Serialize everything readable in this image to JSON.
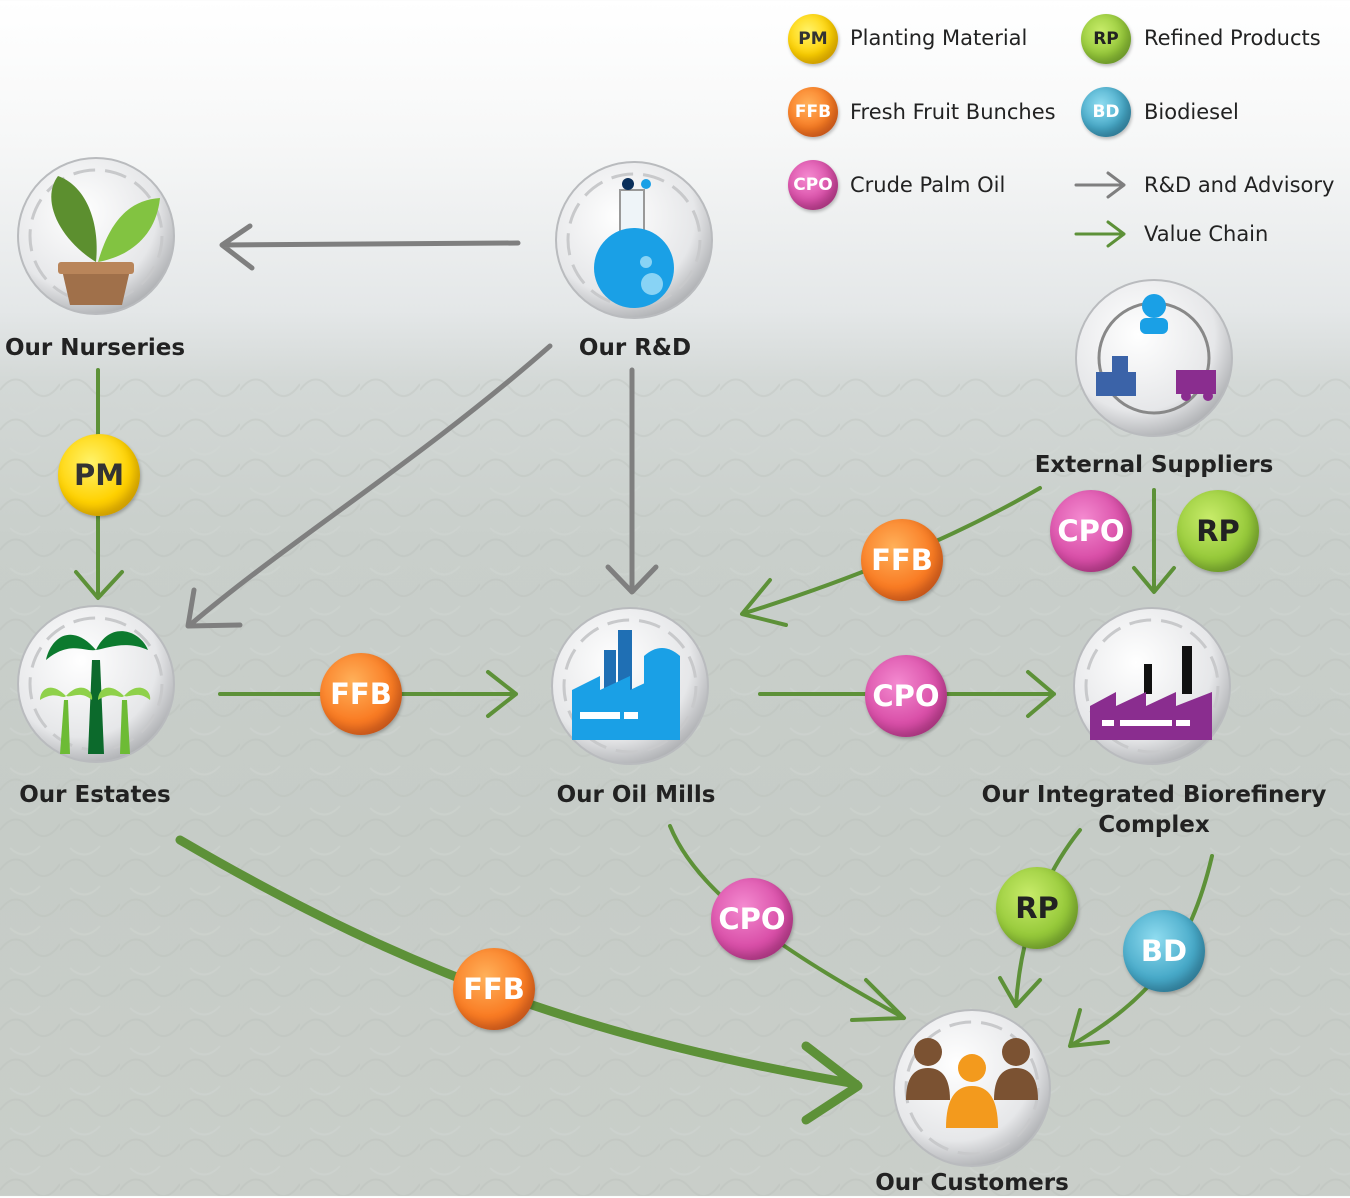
{
  "legend": {
    "items": [
      {
        "abbr": "PM",
        "label": "Planting Material",
        "color": "#ffd100"
      },
      {
        "abbr": "FFB",
        "label": "Fresh Fruit Bunches",
        "color": "#f97b23"
      },
      {
        "abbr": "CPO",
        "label": "Crude Palm Oil",
        "color": "#d94fa8"
      },
      {
        "abbr": "RP",
        "label": "Refined Products",
        "color": "#96c93a"
      },
      {
        "abbr": "BD",
        "label": "Biodiesel",
        "color": "#47a9c8"
      }
    ],
    "arrows": [
      {
        "label": "R&D and Advisory",
        "color": "#7f7f7f"
      },
      {
        "label": "Value Chain",
        "color": "#5d9138"
      }
    ]
  },
  "nodes": {
    "nurseries": "Our Nurseries",
    "rnd": "Our R&D",
    "suppliers": "External Suppliers",
    "estates": "Our Estates",
    "mills": "Our Oil Mills",
    "biorefinery": "Our Integrated Biorefinery Complex",
    "customers": "Our Customers"
  },
  "flows": {
    "nurseries_estates": "PM",
    "estates_mills": "FFB",
    "suppliers_mills": "FFB",
    "suppliers_biorefinery_cpo": "CPO",
    "suppliers_biorefinery_rp": "RP",
    "mills_biorefinery": "CPO",
    "estates_customers": "FFB",
    "mills_customers": "CPO",
    "biorefinery_customers_rp": "RP",
    "biorefinery_customers_bd": "BD"
  },
  "colors": {
    "value_chain": "#5d9138",
    "advisory": "#7f7f7f"
  }
}
